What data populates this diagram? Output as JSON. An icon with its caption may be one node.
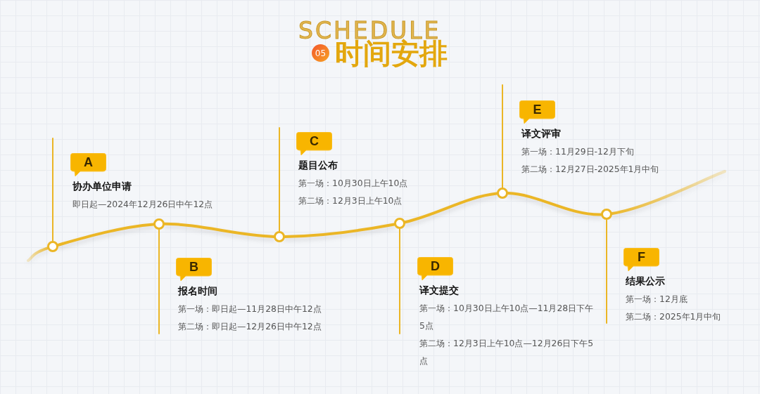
{
  "diagram": {
    "title": "时间安排",
    "nodes": [
      {
        "text": [
          "05"
        ]
      },
      {
        "text": [
          "A"
        ],
        "beside": [
          "协办单位申请",
          "即日起—2024年12月26日中午12点"
        ]
      },
      {
        "text": [
          "B"
        ],
        "beside": [
          "报名时间",
          "第一场：即日起—11月28日中午12点",
          "第二场：即日起—12月26日中午12点"
        ]
      },
      {
        "text": [
          "C"
        ],
        "beside": [
          "题目公布",
          "第一场：10月30日上午10点",
          "第二场：12月3日上午10点"
        ]
      },
      {
        "text": [
          "D"
        ],
        "beside": [
          "译文提交",
          "第一场：10月30日上午10点—11月28日下午5点",
          "第二场：12月3日上午10点—12月26日下午5点"
        ]
      },
      {
        "text": [
          "E"
        ],
        "beside": [
          "译文评审",
          "第一场：11月29日-12月下旬",
          "第二场：12月27日-2025年1月中旬"
        ]
      },
      {
        "text": [
          "F"
        ],
        "beside": [
          "结果公示",
          "第一场：12月底",
          "第二场：2025年1月中旬"
        ]
      },
      {
        "text": [],
        "shape": "circle"
      },
      {
        "text": [],
        "shape": "circle"
      },
      {
        "text": [],
        "shape": "circle"
      },
      {
        "text": [],
        "shape": "circle"
      },
      {
        "text": [],
        "shape": "circle"
      },
      {
        "text": [],
        "shape": "circle"
      }
    ],
    "edges": [
      {
        "from": null,
        "to": 7,
        "arrow": "none",
        "style": "thick"
      },
      {
        "from": 7,
        "to": 8,
        "arrow": "none",
        "style": "thick"
      },
      {
        "from": 8,
        "to": 9,
        "arrow": "none",
        "style": "thick"
      },
      {
        "from": 9,
        "to": 10,
        "arrow": "none",
        "style": "thick"
      },
      {
        "from": 10,
        "to": 11,
        "arrow": "none",
        "style": "thick"
      },
      {
        "from": 11,
        "to": 12,
        "arrow": "none",
        "style": "thick"
      },
      {
        "from": 12,
        "to": null,
        "arrow": "none",
        "style": "thick"
      },
      {
        "from": 7,
        "to": null,
        "arrow": "none"
      },
      {
        "from": 8,
        "to": null,
        "arrow": "none"
      },
      {
        "from": 9,
        "to": null,
        "arrow": "none"
      },
      {
        "from": 10,
        "to": null,
        "arrow": "none"
      },
      {
        "from": 11,
        "to": null,
        "arrow": "none"
      },
      {
        "from": 12,
        "to": null,
        "arrow": "none"
      }
    ],
    "labels": [
      "SCHEDULE"
    ]
  }
}
